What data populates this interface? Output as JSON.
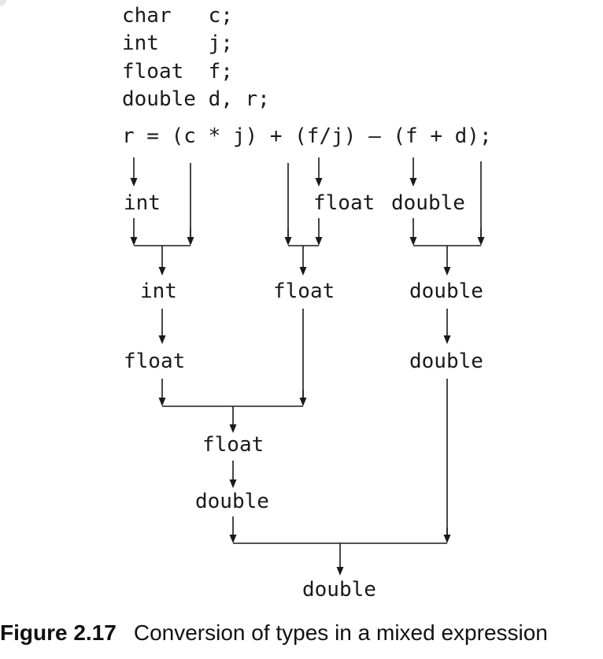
{
  "declarations": [
    "char   c;",
    "int    j;",
    "float  f;",
    "double d, r;"
  ],
  "expression": "r = (c * j) + (f/j) – (f + d);",
  "type_labels": {
    "c_type": "int",
    "fj_type": "float",
    "fd_type": "double",
    "cj_result": "int",
    "fj_result": "float",
    "fd_result": "double",
    "cj_promoted": "float",
    "fd_kept": "double",
    "sum_result": "float",
    "sum_promoted": "double",
    "final_result": "double"
  },
  "caption": {
    "number": "Figure 2.17",
    "text": "Conversion of types in a mixed expression"
  }
}
